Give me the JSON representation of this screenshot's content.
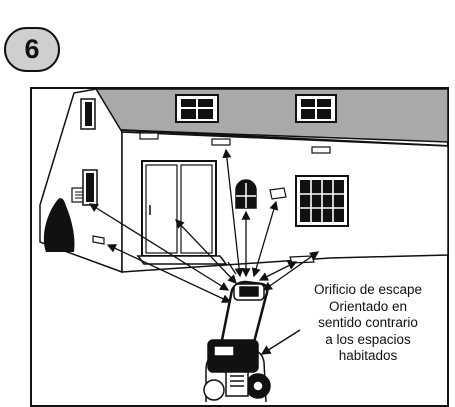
{
  "step": {
    "number": "6"
  },
  "callout": {
    "lines": [
      "Orificio de escape",
      "Orientado en",
      "sentido contrario",
      "a los espacios",
      "habitados"
    ]
  },
  "colors": {
    "ink": "#111111",
    "roof": "#a9a9a9",
    "badge": "#cfcfcf",
    "background": "#ffffff"
  }
}
